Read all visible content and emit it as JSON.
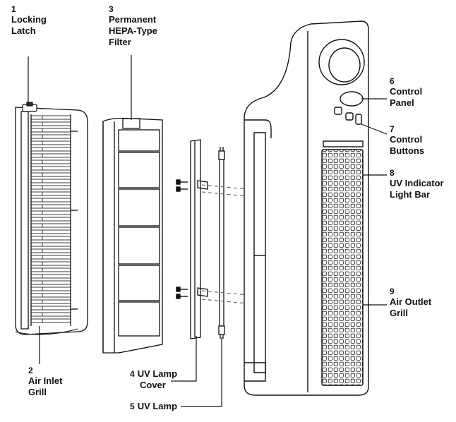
{
  "callouts": [
    {
      "id": "locking-latch",
      "number": "1",
      "line1": "Locking",
      "line2": "Latch"
    },
    {
      "id": "air-inlet-grill",
      "number": "2",
      "line1": "Air Inlet",
      "line2": "Grill"
    },
    {
      "id": "hepa-filter",
      "number": "3",
      "line1": "Permanent",
      "line2": "HEPA-Type",
      "line3": "Filter"
    },
    {
      "id": "uv-lamp-cover",
      "number": "4",
      "line1": "UV Lamp",
      "line2": "Cover"
    },
    {
      "id": "uv-lamp",
      "number": "5",
      "line1": "UV Lamp"
    },
    {
      "id": "control-panel",
      "number": "6",
      "line1": "Control",
      "line2": "Panel"
    },
    {
      "id": "control-buttons",
      "number": "7",
      "line1": "Control",
      "line2": "Buttons"
    },
    {
      "id": "uv-indicator-light-bar",
      "number": "8",
      "line1": "UV Indicator",
      "line2": "Light Bar"
    },
    {
      "id": "air-outlet-grill",
      "number": "9",
      "line1": "Air Outlet",
      "line2": "Grill"
    }
  ]
}
